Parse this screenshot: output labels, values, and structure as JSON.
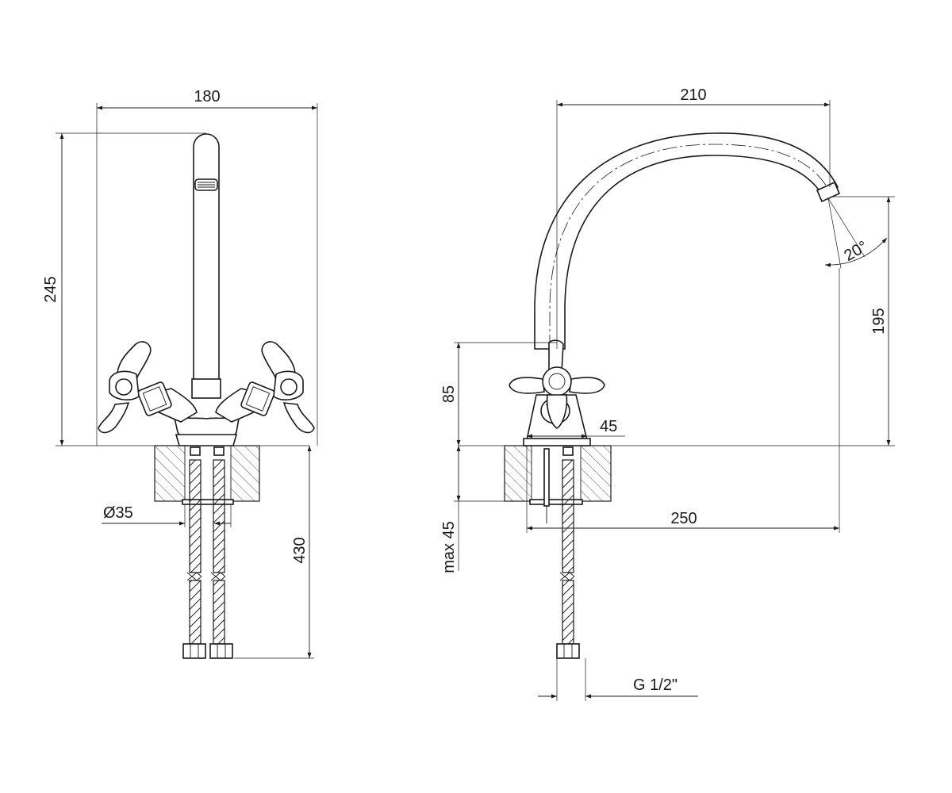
{
  "front_view": {
    "width_label": "180",
    "height_label": "245",
    "hole_label": "Ø35",
    "hose_label": "430"
  },
  "side_view": {
    "reach_label": "210",
    "spout_height_label": "195",
    "angle_label": "20°",
    "handle_height_label": "85",
    "base_label": "45",
    "countertop_label": "max 45",
    "clearance_label": "250",
    "thread_label": "G 1/2\""
  },
  "colors": {
    "line": "#1a1a1a",
    "background": "#ffffff",
    "hatch": "#555555"
  }
}
